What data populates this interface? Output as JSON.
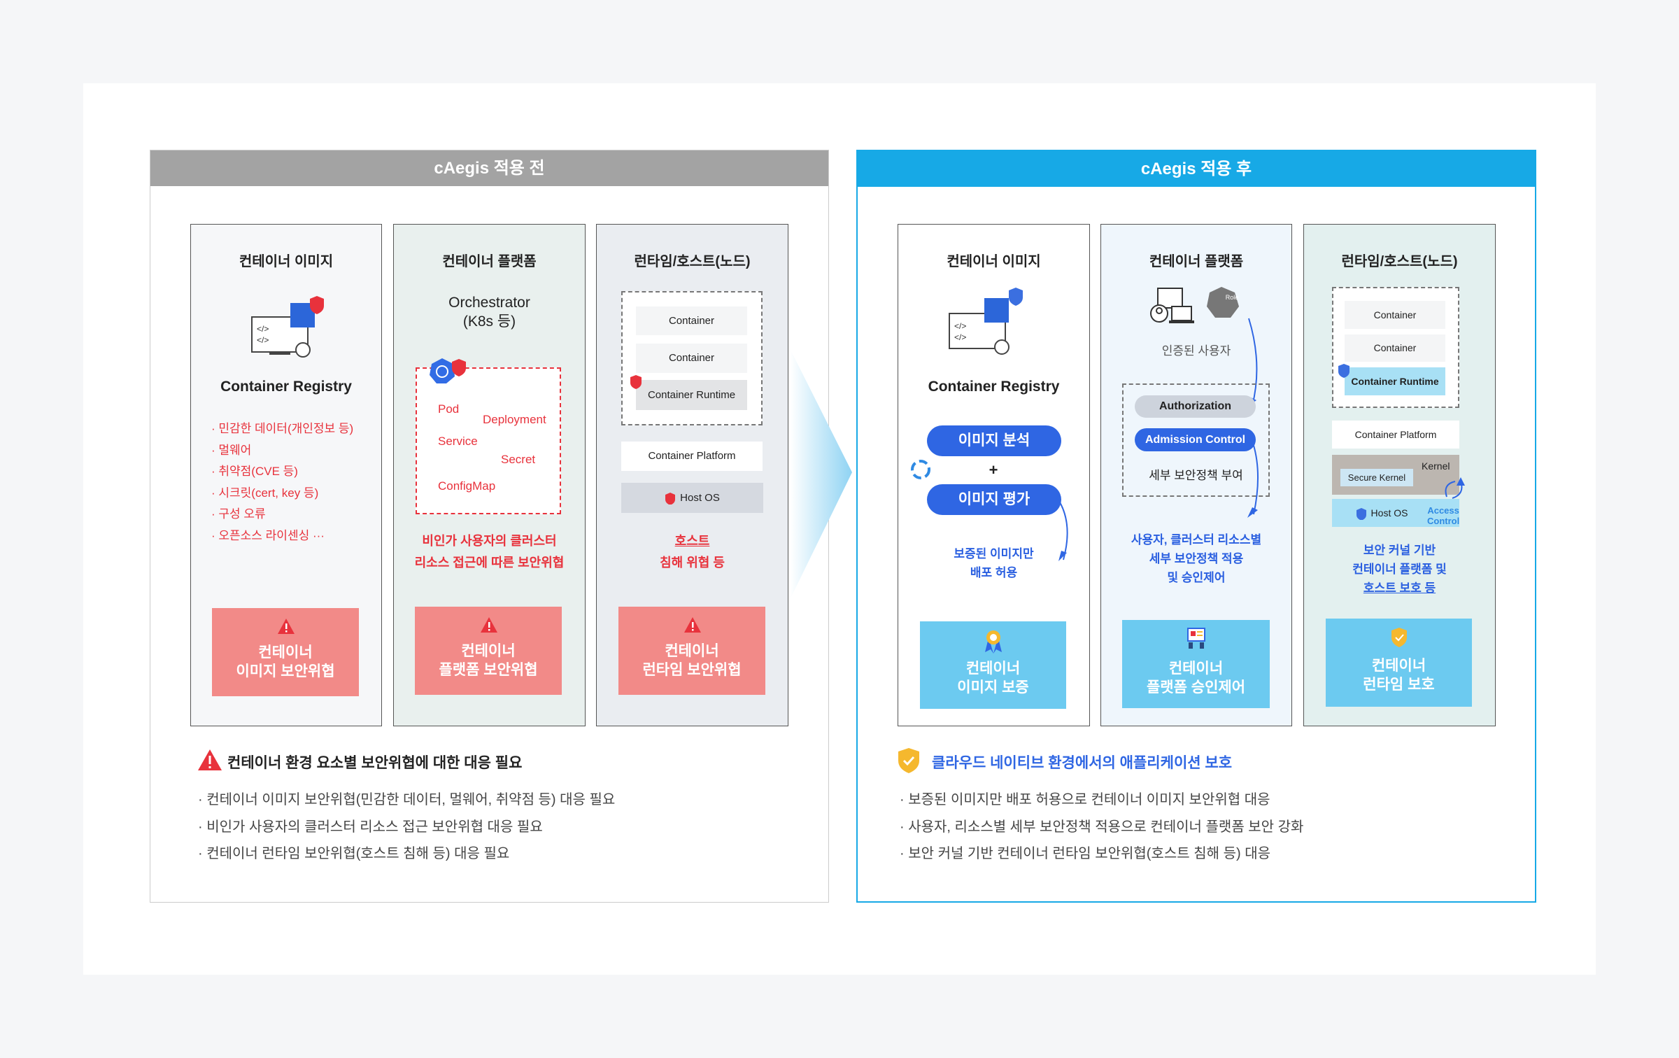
{
  "before": {
    "header": "cAegis 적용 전",
    "header_color": "#a3a3a3",
    "col1": {
      "title": "컨테이너 이미지",
      "registry": "Container Registry",
      "risks": [
        "· 민감한 데이터(개인정보 등)",
        "· 멀웨어",
        "· 취약점(CVE 등)",
        "· 시크릿(cert, key 등)",
        "· 구성 오류",
        "· 오픈소스 라이센싱 ···"
      ],
      "box": [
        "컨테이너",
        "이미지 보안위협"
      ]
    },
    "col2": {
      "title": "컨테이너 플랫폼",
      "orchestrator": [
        "Orchestrator",
        "(K8s 등)"
      ],
      "items": [
        "Pod",
        "Deployment",
        "Service",
        "Secret",
        "ConfigMap"
      ],
      "risk": [
        "비인가 사용자의 클러스터",
        "리소스 접근에 따른 보안위협"
      ],
      "box": [
        "컨테이너",
        "플랫폼 보안위협"
      ]
    },
    "col3": {
      "title": "런타임/호스트(노드)",
      "containers": [
        "Container",
        "Container"
      ],
      "runtime": "Container Runtime",
      "platform": "Container Platform",
      "host": "Host OS",
      "risk": [
        "호스트",
        "침해 위협 등"
      ],
      "box": [
        "컨테이너",
        "런타임 보안위협"
      ]
    },
    "summary": {
      "heading": "컨테이너 환경 요소별 보안위협에 대한 대응 필요",
      "bullets": [
        "· 컨테이너 이미지 보안위협(민감한 데이터, 멀웨어, 취약점 등) 대응 필요",
        "· 비인가 사용자의 클러스터 리소스 접근 보안위협 대응 필요",
        "· 컨테이너 런타임 보안위협(호스트 침해 등) 대응 필요"
      ]
    }
  },
  "after": {
    "header": "cAegis 적용 후",
    "header_color": "#17a9e6",
    "col1": {
      "title": "컨테이너 이미지",
      "registry": "Container Registry",
      "analysis": "이미지 분석",
      "plus": "+",
      "evaluation": "이미지 평가",
      "result": [
        "보증된 이미지만",
        "배포 허용"
      ],
      "box": [
        "컨테이너",
        "이미지 보증"
      ]
    },
    "col2": {
      "title": "컨테이너 플랫폼",
      "role": "Role",
      "user": "인증된 사용자",
      "authorization": "Authorization",
      "admission": "Admission Control",
      "policy": "세부 보안정책 부여",
      "result": [
        "사용자, 클러스터 리소스별",
        "세부 보안정책 적용",
        "및 승인제어"
      ],
      "box": [
        "컨테이너",
        "플랫폼 승인제어"
      ]
    },
    "col3": {
      "title": "런타임/호스트(노드)",
      "containers": [
        "Container",
        "Container"
      ],
      "runtime": "Container Runtime",
      "platform": "Container Platform",
      "kernel": "Kernel",
      "secure_kernel": "Secure Kernel",
      "host": "Host OS",
      "access": [
        "Access",
        "Control"
      ],
      "result": [
        "보안 커널 기반",
        "컨테이너 플랫폼 및",
        "호스트 보호 등"
      ],
      "box": [
        "컨테이너",
        "런타임 보호"
      ]
    },
    "summary": {
      "heading": "클라우드 네이티브 환경에서의 애플리케이션 보호",
      "bullets": [
        "· 보증된 이미지만 배포 허용으로 컨테이너 이미지 보안위협 대응",
        "· 사용자, 리소스별 세부 보안정책 적용으로 컨테이너 플랫폼 보안 강화",
        "· 보안 커널 기반 컨테이너 런타임 보안위협(호스트 침해 등) 대응"
      ]
    }
  }
}
